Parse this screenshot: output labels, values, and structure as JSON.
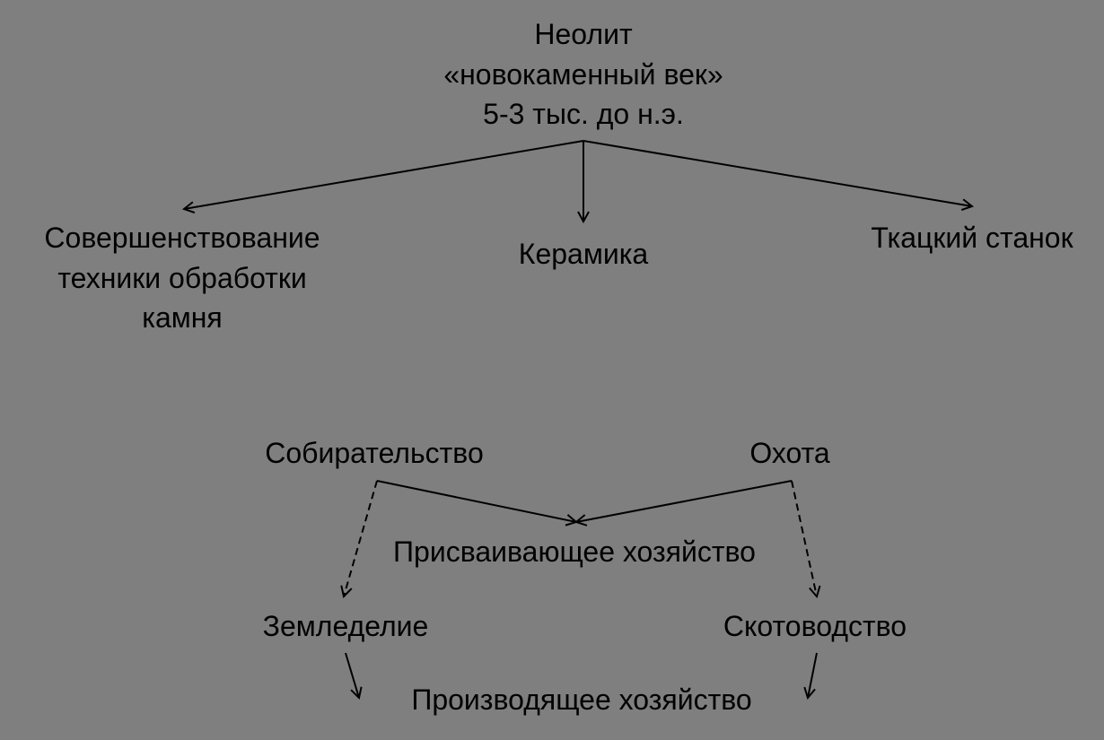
{
  "root": {
    "lines": [
      "Неолит",
      "«новокаменный век»",
      "5-3 тыс. до н.э."
    ]
  },
  "achievements": {
    "stone": [
      "Совершенствование",
      "техники обработки",
      "камня"
    ],
    "ceramics": "Керамика",
    "loom": "Ткацкий станок"
  },
  "economy": {
    "gathering": "Собирательство",
    "hunting": "Охота",
    "appropriating": "Присваивающее хозяйство",
    "agriculture": "Земледелие",
    "cattle": "Скотоводство",
    "producing": "Производящее хозяйство"
  },
  "colors": {
    "background": "#7f7f7f",
    "ink": "#000000"
  }
}
